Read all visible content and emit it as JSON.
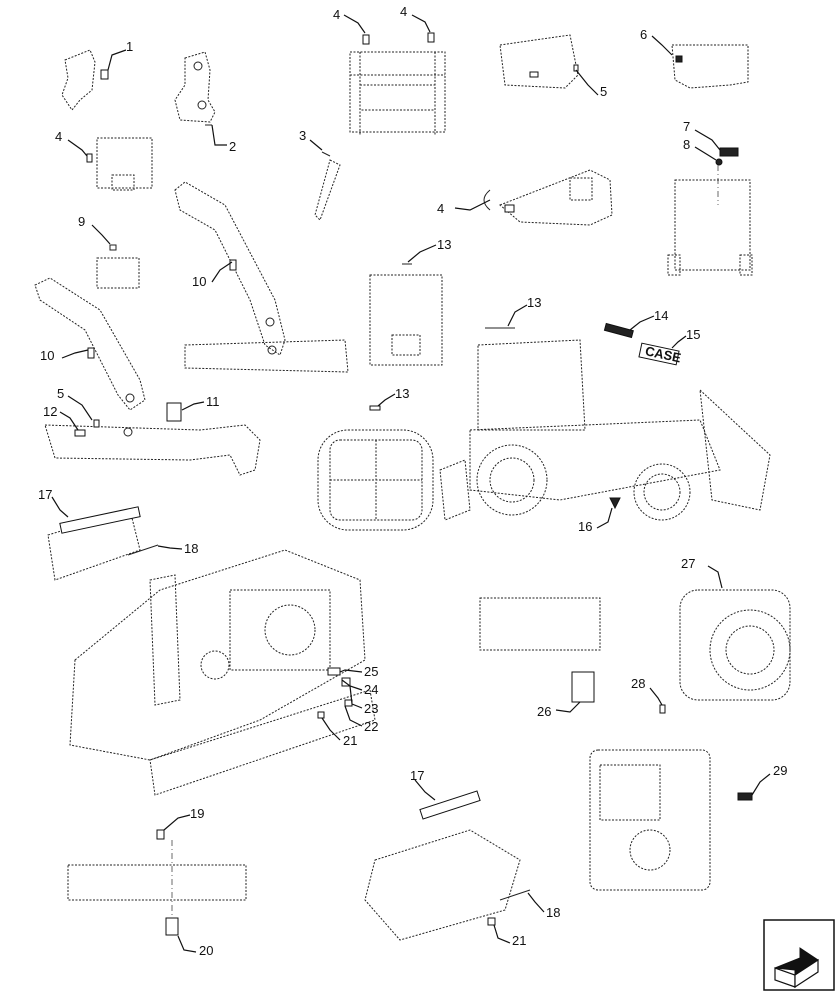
{
  "callouts": [
    "1",
    "2",
    "3",
    "4",
    "4",
    "4",
    "4",
    "5",
    "5",
    "6",
    "7",
    "8",
    "9",
    "10",
    "10",
    "11",
    "12",
    "13",
    "13",
    "13",
    "14",
    "15",
    "16",
    "17",
    "17",
    "18",
    "18",
    "19",
    "20",
    "21",
    "21",
    "22",
    "23",
    "24",
    "25",
    "26",
    "27",
    "28",
    "29"
  ],
  "decals": {
    "brand_logo_text": "CASE"
  },
  "nav": {
    "icon": "next-page-arrow-icon"
  },
  "colors": {
    "line": "#222222",
    "background": "#ffffff"
  }
}
